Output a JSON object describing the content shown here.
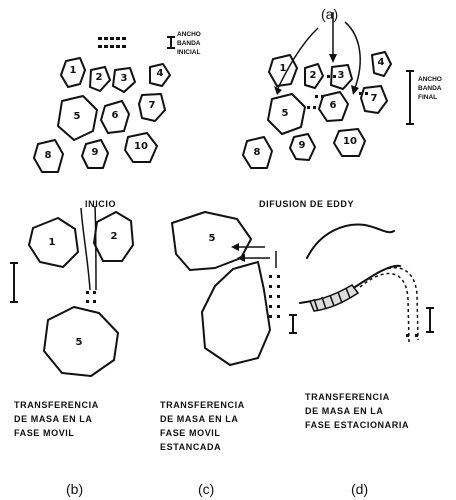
{
  "panels": {
    "a": "(a)",
    "b": "(b)",
    "c": "(c)",
    "d": "(d)"
  },
  "legend_initial": [
    "ANCHO",
    "BANDA",
    "INICIAL"
  ],
  "legend_final": [
    "ANCHO",
    "BANDA",
    "FINAL"
  ],
  "captions": {
    "inicio": "INICIO",
    "eddy": "DIFUSION DE EDDY",
    "movil": [
      "TRANSFERENCIA",
      "DE MASA EN LA",
      "FASE MOVIL"
    ],
    "estancada": [
      "TRANSFERENCIA",
      "DE MASA EN LA",
      "FASE MOVIL",
      "ESTANCADA"
    ],
    "estacionaria": [
      "TRANSFERENCIA",
      "DE MASA EN LA",
      "FASE ESTACIONARIA"
    ]
  },
  "particles_left": [
    "1",
    "2",
    "3",
    "4",
    "5",
    "6",
    "7",
    "8",
    "9",
    "10"
  ],
  "particles_right": [
    "1",
    "2",
    "3",
    "4",
    "5",
    "6",
    "7",
    "8",
    "9",
    "10"
  ],
  "particles_b": [
    "1",
    "2",
    "5"
  ],
  "particles_c": [
    "5"
  ],
  "colors": {
    "ink": "#111111",
    "paper": "#ffffff"
  }
}
